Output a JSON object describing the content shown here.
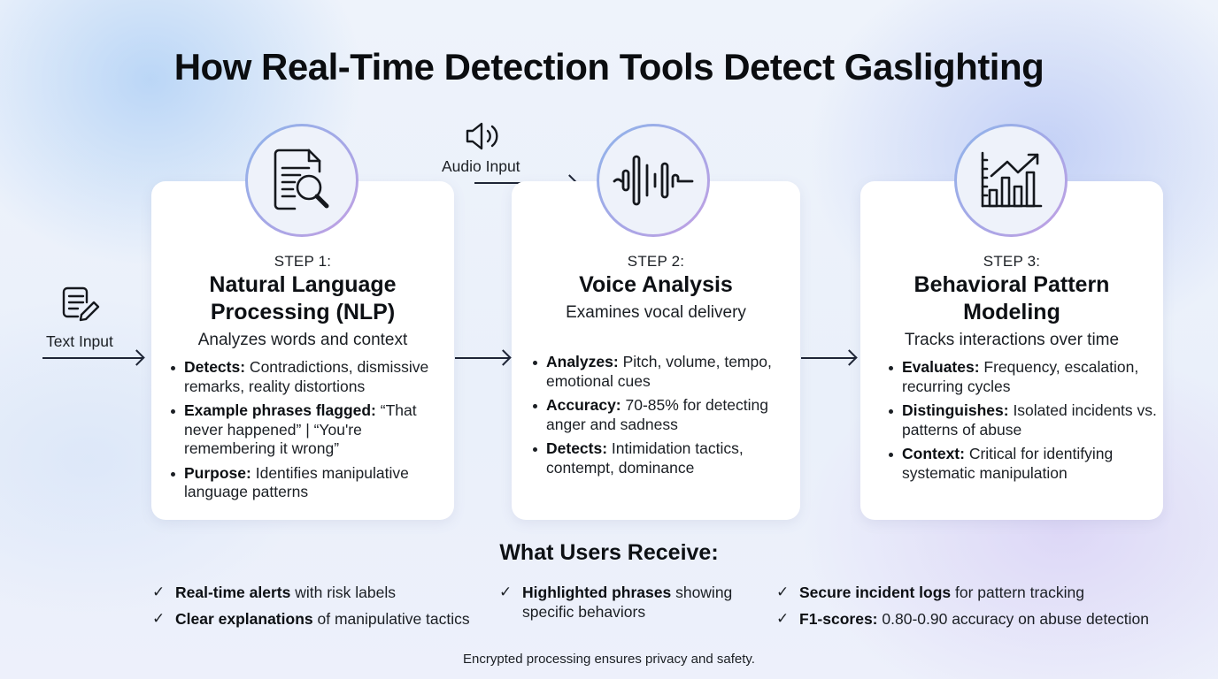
{
  "title": "How Real-Time Detection Tools Detect Gaslighting",
  "inputs": {
    "text": {
      "label": "Text Input",
      "icon": "edit-document-icon"
    },
    "audio": {
      "label": "Audio Input",
      "icon": "speaker-icon"
    }
  },
  "steps": [
    {
      "label": "STEP 1:",
      "title_line1": "Natural Language",
      "title_line2": "Processing (NLP)",
      "subtitle": "Analyzes words and context",
      "icon": "document-search-icon",
      "bullets": [
        {
          "key": "Detects:",
          "text": " Contradictions, dismissive remarks, reality distortions"
        },
        {
          "key": "Example phrases flagged:",
          "text": " “That never happened” | “You're remembering it wrong”"
        },
        {
          "key": "Purpose:",
          "text": " Identifies manipulative language patterns"
        }
      ]
    },
    {
      "label": "STEP 2:",
      "title_line1": "Voice Analysis",
      "title_line2": "",
      "subtitle": "Examines vocal delivery",
      "icon": "sound-wave-icon",
      "bullets": [
        {
          "key": "Analyzes:",
          "text": " Pitch, volume, tempo, emotional cues"
        },
        {
          "key": "Accuracy:",
          "text": " 70-85% for detecting anger and sadness"
        },
        {
          "key": "Detects:",
          "text": " Intimidation tactics, contempt, dominance"
        }
      ]
    },
    {
      "label": "STEP 3:",
      "title_line1": "Behavioral Pattern",
      "title_line2": "Modeling",
      "subtitle": "Tracks interactions over time",
      "icon": "trend-chart-icon",
      "bullets": [
        {
          "key": "Evaluates:",
          "text": " Frequency, escalation, recurring cycles"
        },
        {
          "key": "Distinguishes:",
          "text": " Isolated incidents vs. patterns of abuse"
        },
        {
          "key": "Context:",
          "text": " Critical for identifying systematic manipulation"
        }
      ]
    }
  ],
  "receive": {
    "title": "What Users Receive:",
    "check": "✓",
    "items": [
      {
        "key": "Real-time alerts",
        "text": " with risk labels"
      },
      {
        "key": "Clear explanations",
        "text": " of manipulative tactics"
      },
      {
        "key": "Highlighted phrases",
        "text": " showing specific behaviors"
      },
      {
        "key": "Secure incident logs",
        "text": " for pattern tracking"
      },
      {
        "key": "F1-scores:",
        "text": " 0.80-0.90 accuracy on abuse detection"
      }
    ]
  },
  "footer": "Encrypted processing ensures privacy and safety.",
  "colors": {
    "ring_start": "#8fb4ea",
    "ring_end": "#c3a0e2",
    "arrow": "#1e2536",
    "text": "#0d1014"
  }
}
